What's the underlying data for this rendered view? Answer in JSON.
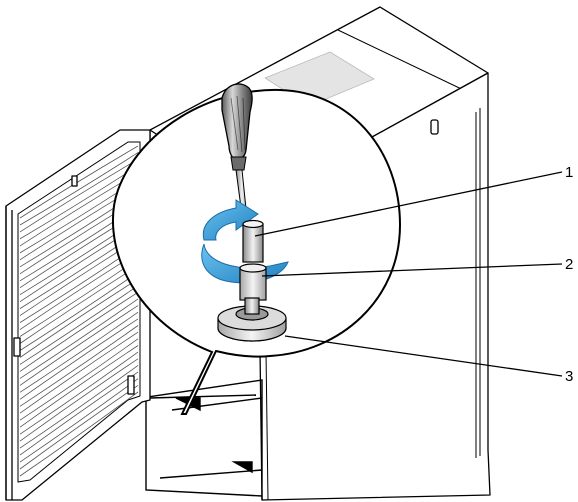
{
  "figure": {
    "subject": "rack-cabinet-leveling-foot-adjustment",
    "callouts": [
      {
        "id": "callout-1",
        "label": "1"
      },
      {
        "id": "callout-2",
        "label": "2"
      },
      {
        "id": "callout-3",
        "label": "3"
      }
    ],
    "colors": {
      "outline": "#000000",
      "cabinet_face": "#ffffff",
      "top_panel_shade": "#e6e6e6",
      "rotation_arrow": "#2f9ad8",
      "tool_shading": "#9a9a9a",
      "foot_shading": "#d0d0d0"
    }
  }
}
